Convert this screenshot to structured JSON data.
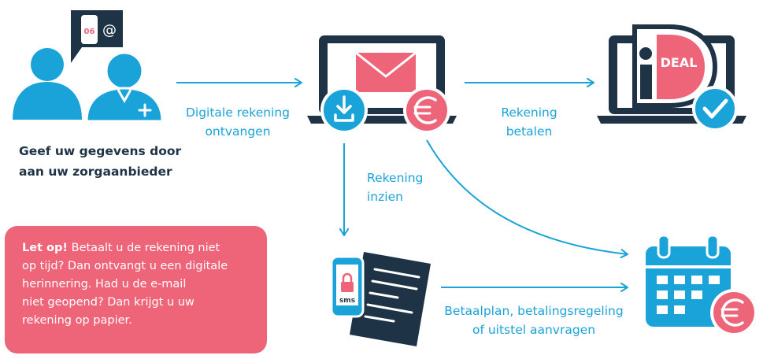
{
  "colors": {
    "navy": "#1e3346",
    "blue": "#1aa3d9",
    "pink": "#ee6478",
    "light_pink": "#f07a8a",
    "white": "#ffffff"
  },
  "icons": {
    "patient_and_provider": "people-icon",
    "contact_bubble": "phone-email-bubble-icon",
    "contact_bubble_text": "06",
    "contact_bubble_at": "@",
    "laptop_bill": "laptop-envelope-icon",
    "download": "download-icon",
    "euro": "euro-icon",
    "ideal_laptop": "laptop-ideal-icon",
    "ideal_logo_text": "DEAL",
    "check": "checkmark-icon",
    "sms_phone": "sms-phone-icon",
    "sms_text": "sms",
    "document": "document-icon",
    "calendar": "calendar-euro-icon"
  },
  "steps": {
    "give_details": {
      "lines": [
        "Geef uw gegevens door",
        "aan uw zorgaanbieder"
      ]
    },
    "receive_bill": {
      "lines": [
        "Digitale rekening",
        "ontvangen"
      ]
    },
    "pay_bill": {
      "lines": [
        "Rekening",
        "betalen"
      ]
    },
    "view_bill": {
      "lines": [
        "Rekening",
        "inzien"
      ]
    },
    "payment_plan": {
      "lines": [
        "Betaalplan, betalingsregeling",
        "of uitstel aanvragen"
      ]
    }
  },
  "warning": {
    "emphasis": "Let op!",
    "first_line_rest": " Betaalt u de rekening niet",
    "lines": [
      "op tijd? Dan ontvangt u een digitale",
      "herinnering. Had u de e-mail",
      "niet geopend? Dan krijgt u uw",
      "rekening op papier."
    ]
  }
}
